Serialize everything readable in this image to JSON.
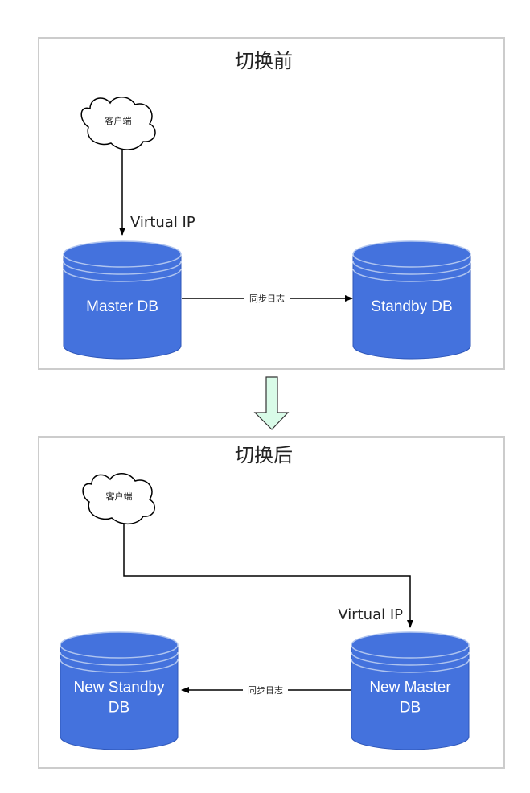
{
  "colors": {
    "database_fill": "#4472DD",
    "database_stroke": "#2E56B8",
    "database_ring": "#AFC4EF",
    "panel_border": "#CCCCCC",
    "transition_arrow_fill": "#D9FBE8",
    "transition_arrow_stroke": "#333333",
    "connector": "#000000"
  },
  "before": {
    "title": "切换前",
    "client": {
      "label": "客户端",
      "icon": "cloud-icon"
    },
    "virtual_ip_label": "Virtual IP",
    "master_db": {
      "label_lines": [
        "Master DB"
      ],
      "icon": "database-icon"
    },
    "standby_db": {
      "label_lines": [
        "Standby DB"
      ],
      "icon": "database-icon"
    },
    "sync_label": "同步日志"
  },
  "transition": {
    "icon": "arrow-down-icon"
  },
  "after": {
    "title": "切换后",
    "client": {
      "label": "客户端",
      "icon": "cloud-icon"
    },
    "virtual_ip_label": "Virtual IP",
    "new_standby_db": {
      "label_lines": [
        "New Standby",
        "DB"
      ],
      "icon": "database-icon"
    },
    "new_master_db": {
      "label_lines": [
        "New Master",
        "DB"
      ],
      "icon": "database-icon"
    },
    "sync_label": "同步日志"
  }
}
